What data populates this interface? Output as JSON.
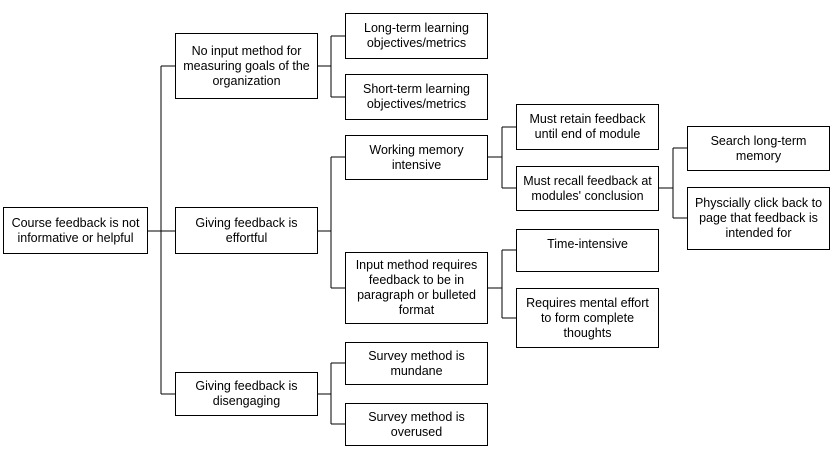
{
  "diagram": {
    "line_color": "#000000",
    "nodes": {
      "root": "Course feedback is not informative or helpful",
      "no_input": "No input method for measuring goals of the organization",
      "long_term": "Long-term learning objectives/metrics",
      "short_term": "Short-term learning objectives/metrics",
      "effortful": "Giving feedback is effortful",
      "working_memory": "Working memory intensive",
      "retain": "Must retain feedback until end of module",
      "recall": "Must recall feedback at modules' conclusion",
      "search": "Search long-term memory",
      "click_back": "Physcially click back to page that feedback is intended for",
      "input_format": "Input method requires feedback to be in paragraph or bulleted format",
      "time": "Time-intensive",
      "mental": "Requires mental effort to form complete thoughts",
      "disengaging": "Giving feedback is disengaging",
      "mundane": "Survey method is mundane",
      "overused": "Survey method is overused"
    }
  }
}
